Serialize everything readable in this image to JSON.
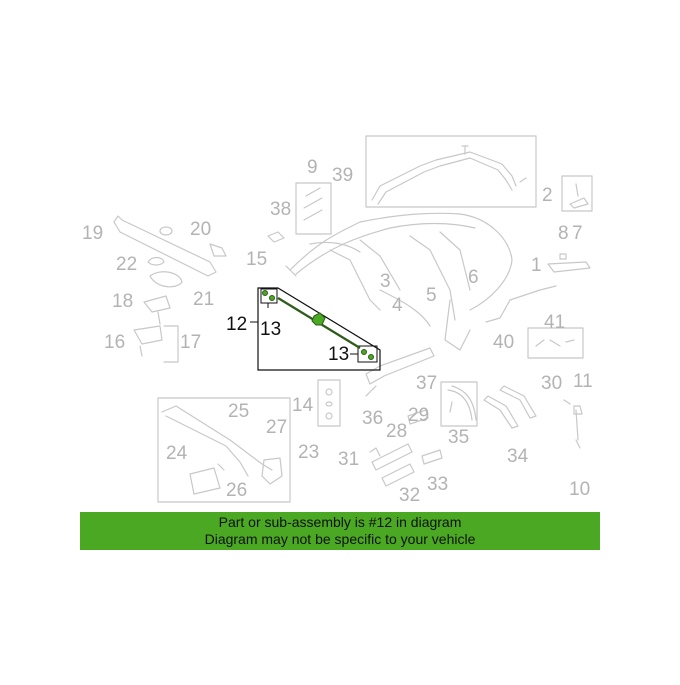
{
  "diagram": {
    "highlighted_part": "12",
    "highlight_color": "#4aa823",
    "line_color": "#c4c4c4",
    "callouts": [
      {
        "id": "1",
        "label": "1"
      },
      {
        "id": "2",
        "label": "2"
      },
      {
        "id": "3",
        "label": "3"
      },
      {
        "id": "4",
        "label": "4"
      },
      {
        "id": "5",
        "label": "5"
      },
      {
        "id": "6",
        "label": "6"
      },
      {
        "id": "7",
        "label": "7"
      },
      {
        "id": "8",
        "label": "8"
      },
      {
        "id": "9",
        "label": "9"
      },
      {
        "id": "10",
        "label": "10"
      },
      {
        "id": "11",
        "label": "11"
      },
      {
        "id": "12",
        "label": "12"
      },
      {
        "id": "13a",
        "label": "13"
      },
      {
        "id": "13b",
        "label": "13"
      },
      {
        "id": "14",
        "label": "14"
      },
      {
        "id": "15",
        "label": "15"
      },
      {
        "id": "16",
        "label": "16"
      },
      {
        "id": "17",
        "label": "17"
      },
      {
        "id": "18",
        "label": "18"
      },
      {
        "id": "19",
        "label": "19"
      },
      {
        "id": "20",
        "label": "20"
      },
      {
        "id": "21",
        "label": "21"
      },
      {
        "id": "22",
        "label": "22"
      },
      {
        "id": "23",
        "label": "23"
      },
      {
        "id": "24",
        "label": "24"
      },
      {
        "id": "25",
        "label": "25"
      },
      {
        "id": "26",
        "label": "26"
      },
      {
        "id": "27",
        "label": "27"
      },
      {
        "id": "28",
        "label": "28"
      },
      {
        "id": "29",
        "label": "29"
      },
      {
        "id": "30",
        "label": "30"
      },
      {
        "id": "31",
        "label": "31"
      },
      {
        "id": "32",
        "label": "32"
      },
      {
        "id": "33",
        "label": "33"
      },
      {
        "id": "34",
        "label": "34"
      },
      {
        "id": "35",
        "label": "35"
      },
      {
        "id": "36",
        "label": "36"
      },
      {
        "id": "37",
        "label": "37"
      },
      {
        "id": "38",
        "label": "38"
      },
      {
        "id": "39",
        "label": "39"
      },
      {
        "id": "40",
        "label": "40"
      },
      {
        "id": "41",
        "label": "41"
      }
    ]
  },
  "banner": {
    "line1": "Part or sub-assembly is #12 in diagram",
    "line2": "Diagram may not be specific to your vehicle",
    "background": "#4aa823"
  }
}
